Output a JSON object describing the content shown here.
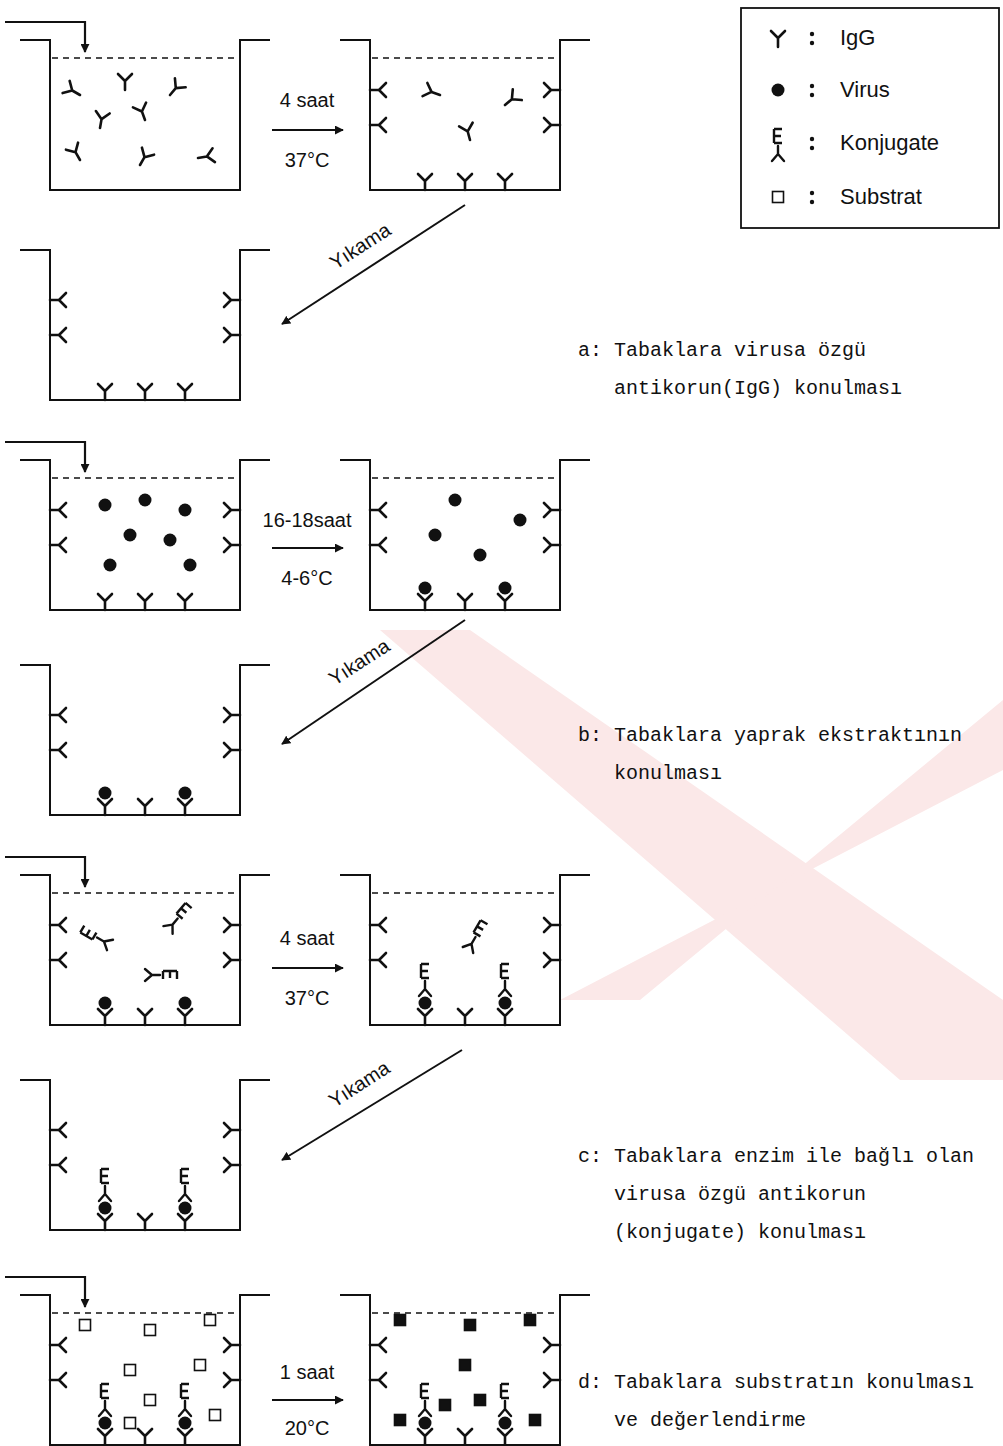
{
  "diagram": {
    "labels": [
      "4 saat",
      "37°C",
      "Yıkama",
      "a: Tabaklara virusa özgü antikorun(IgG) konulması",
      "16-18saat",
      "4-6°C",
      "Yıkama",
      "b: Tabaklara yaprak ekstraktının konulması",
      "4 saat",
      "37°C",
      "Yıkama",
      "c: Tabaklara enzim ile bağlı olan virusa özgü antikorun (konjugate) konulması",
      "1 saat",
      "20°C",
      "d: Tabaklara substratın konulması ve değerlendirme"
    ],
    "legend": [
      {
        "text": "IgG"
      },
      {
        "text": "Virus"
      },
      {
        "text": "Konjugate"
      },
      {
        "text": "Substrat"
      }
    ]
  }
}
